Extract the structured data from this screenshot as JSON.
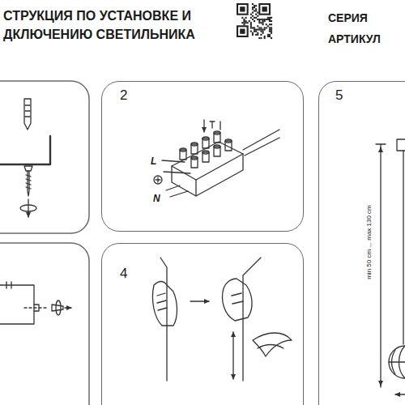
{
  "diagram": {
    "title": "СТРУКЦИЯ ПО УСТАНОВКЕ И ДКЛЮЧЕНИЮ СВЕТИЛЬНИКА",
    "nodes": [
      {
        "text": [
          "2",
          "L",
          "N"
        ]
      },
      {
        "text": [
          "4"
        ]
      },
      {
        "text": [
          "5",
          "min 50 cm ... max 130 cm"
        ]
      }
    ],
    "labels": [
      "СЕРИЯ",
      "АРТИКУЛ"
    ]
  }
}
